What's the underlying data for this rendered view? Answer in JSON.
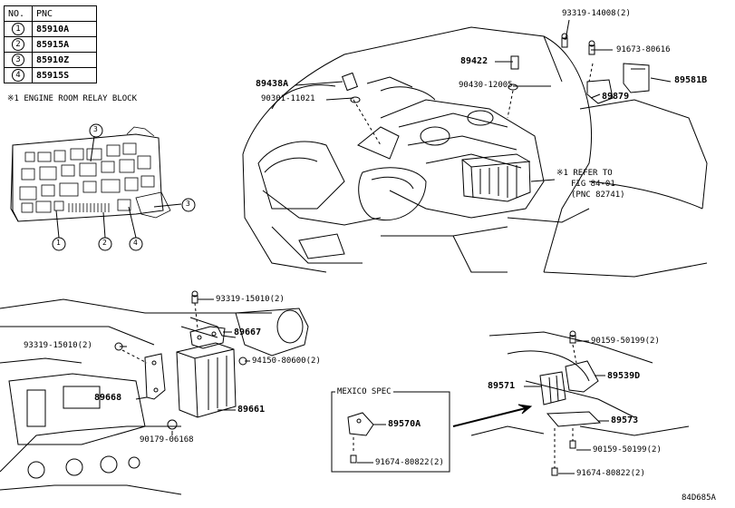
{
  "table": {
    "header_no": "NO.",
    "header_pnc": "PNC",
    "rows": [
      {
        "no": "1",
        "pnc": "85910A"
      },
      {
        "no": "2",
        "pnc": "85915A"
      },
      {
        "no": "3",
        "pnc": "85910Z"
      },
      {
        "no": "4",
        "pnc": "85915S"
      }
    ]
  },
  "relay_block_title": "※1 ENGINE ROOM RELAY BLOCK",
  "relay_callouts": [
    "1",
    "2",
    "3",
    "4",
    "3"
  ],
  "engine_labels": {
    "p93319_14008": "93319-14008(2)",
    "p91673_80616": "91673-80616",
    "p89422": "89422",
    "p89438a": "89438A",
    "p90430_12005": "90430-12005",
    "p90301_11021": "90301-11021",
    "p89581b": "89581B",
    "p89879": "89879",
    "refer1": "※1 REFER TO",
    "refer2": "FIG 84-01",
    "refer3": "(PNC 82741)"
  },
  "dash_labels": {
    "p93319_15010_top": "93319-15010(2)",
    "p93319_15010_left": "93319-15010(2)",
    "p89667": "89667",
    "p94150_80600": "94150-80600(2)",
    "p89668": "89668",
    "p89661": "89661",
    "p90179_06168": "90179-06168"
  },
  "mexico": {
    "title": "MEXICO SPEC",
    "p89570a": "89570A",
    "p91674_80822": "91674-80822(2)"
  },
  "right_labels": {
    "p90159_50199_top": "90159-50199(2)",
    "p89571": "89571",
    "p89539d": "89539D",
    "p89573": "89573",
    "p90159_50199_bot": "90159-50199(2)",
    "p91674_80822": "91674-80822(2)"
  },
  "figure_code": "84D685A"
}
